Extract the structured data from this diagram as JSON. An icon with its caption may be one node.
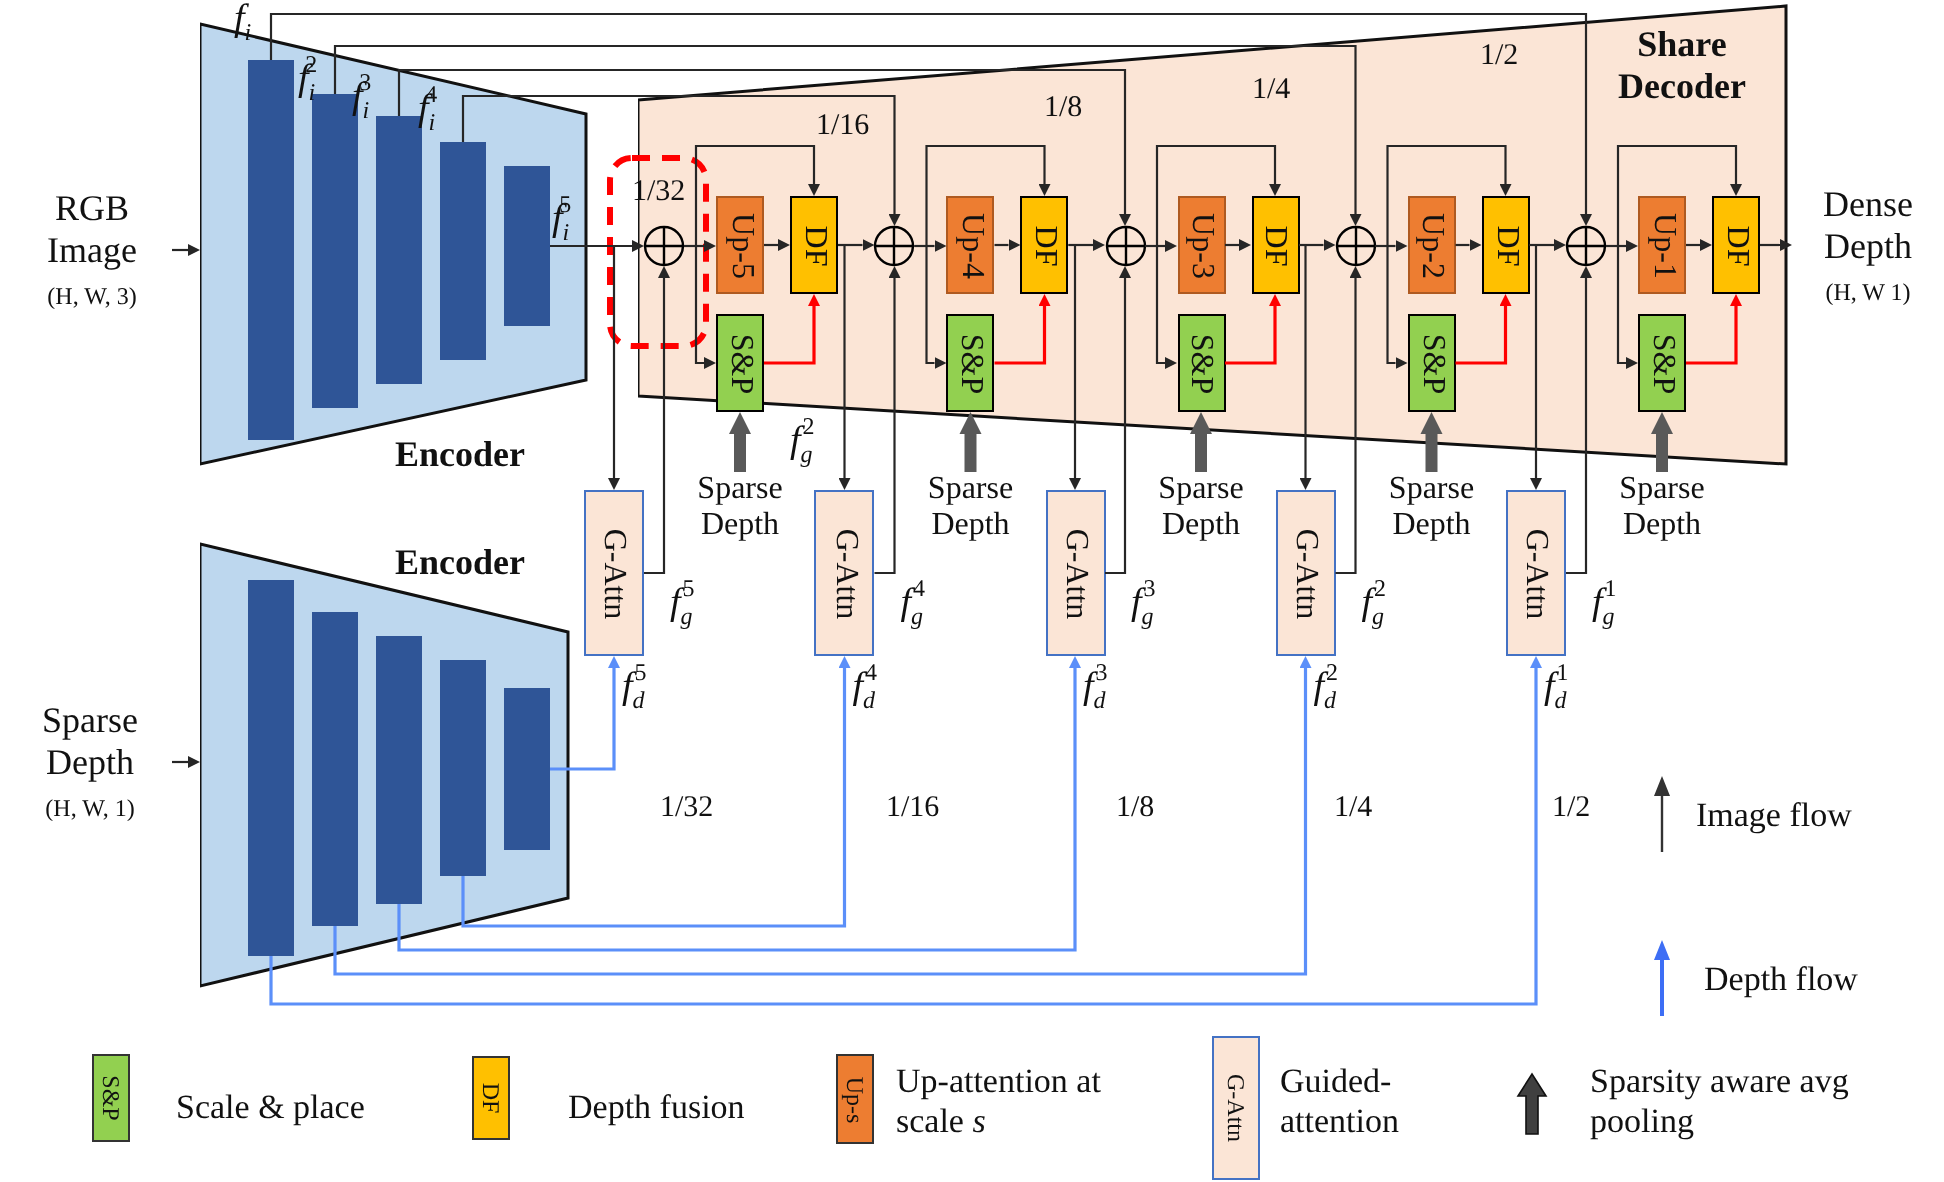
{
  "diagram": {
    "nodes": [
      {
        "text": [
          "RGB Image",
          "(H, W, 3)"
        ]
      },
      {
        "text": [
          "Encoder"
        ]
      },
      {
        "text": [],
        "shape": "bar",
        "in": 1
      },
      {
        "text": [],
        "shape": "bar",
        "in": 1
      },
      {
        "text": [],
        "shape": "bar",
        "in": 1
      },
      {
        "text": [],
        "shape": "bar",
        "in": 1
      },
      {
        "text": [],
        "shape": "bar",
        "in": 1
      },
      {
        "text": [
          "Share Decoder"
        ]
      },
      {
        "text": [],
        "shape": "circle",
        "in": 7
      },
      {
        "text": [
          "Up-5"
        ],
        "in": 7
      },
      {
        "text": [
          "DF"
        ],
        "in": 7
      },
      {
        "text": [
          "S&P"
        ],
        "in": 7
      },
      {
        "text": [
          "Sparse Depth"
        ]
      },
      {
        "text": [
          "G-Attn"
        ]
      },
      {
        "text": [],
        "shape": "circle",
        "in": 7
      },
      {
        "text": [
          "Up-4"
        ],
        "in": 7
      },
      {
        "text": [
          "DF"
        ],
        "in": 7
      },
      {
        "text": [
          "S&P"
        ],
        "in": 7
      },
      {
        "text": [
          "Sparse Depth"
        ]
      },
      {
        "text": [
          "G-Attn"
        ]
      },
      {
        "text": [],
        "shape": "circle",
        "in": 7
      },
      {
        "text": [
          "Up-3"
        ],
        "in": 7
      },
      {
        "text": [
          "DF"
        ],
        "in": 7
      },
      {
        "text": [
          "S&P"
        ],
        "in": 7
      },
      {
        "text": [
          "Sparse Depth"
        ]
      },
      {
        "text": [
          "G-Attn"
        ]
      },
      {
        "text": [],
        "shape": "circle",
        "in": 7
      },
      {
        "text": [
          "Up-2"
        ],
        "in": 7
      },
      {
        "text": [
          "DF"
        ],
        "in": 7
      },
      {
        "text": [
          "S&P"
        ],
        "in": 7
      },
      {
        "text": [
          "Sparse Depth"
        ]
      },
      {
        "text": [
          "G-Attn"
        ]
      },
      {
        "text": [],
        "shape": "circle",
        "in": 7
      },
      {
        "text": [
          "Up-1"
        ],
        "in": 7
      },
      {
        "text": [
          "DF"
        ],
        "in": 7
      },
      {
        "text": [
          "S&P"
        ],
        "in": 7
      },
      {
        "text": [
          "Sparse Depth"
        ]
      },
      {
        "text": [
          "G-Attn"
        ]
      },
      {
        "text": [
          "Encoder"
        ]
      },
      {
        "text": [],
        "shape": "bar",
        "in": 38
      },
      {
        "text": [],
        "shape": "bar",
        "in": 38
      },
      {
        "text": [],
        "shape": "bar",
        "in": 38
      },
      {
        "text": [],
        "shape": "bar",
        "in": 38
      },
      {
        "text": [],
        "shape": "bar",
        "in": 38
      },
      {
        "text": [
          "Sparse Depth",
          "(H, W, 1)"
        ]
      },
      {
        "text": [
          "Dense Depth",
          "(H, W 1)"
        ]
      }
    ],
    "edges": [
      {
        "from": 0,
        "to": 1,
        "arrow": "to"
      },
      {
        "from": 44,
        "to": 38,
        "arrow": "to"
      },
      {
        "from": 6,
        "to": 8,
        "arrow": "to"
      },
      {
        "from": 6,
        "to": 13,
        "arrow": "to"
      },
      {
        "from": 13,
        "to": 8,
        "arrow": "to"
      },
      {
        "from": 43,
        "to": 13,
        "arrow": "to",
        "color": "#5b8ff9"
      },
      {
        "from": 8,
        "to": 9,
        "arrow": "to"
      },
      {
        "from": 8,
        "to": 10,
        "arrow": "to"
      },
      {
        "from": 8,
        "to": 11,
        "arrow": "to"
      },
      {
        "from": 9,
        "to": 10,
        "arrow": "to"
      },
      {
        "from": 11,
        "to": 10,
        "arrow": "to",
        "color": "#ff0000"
      },
      {
        "from": 12,
        "to": 11,
        "arrow": "to",
        "style": "thick",
        "color": "#595959"
      },
      {
        "from": 10,
        "to": 14,
        "arrow": "to"
      },
      {
        "from": 10,
        "to": 19,
        "arrow": "to"
      },
      {
        "from": 5,
        "to": 14,
        "arrow": "to"
      },
      {
        "from": 19,
        "to": 14,
        "arrow": "to"
      },
      {
        "from": 42,
        "to": 19,
        "arrow": "to",
        "color": "#5b8ff9"
      },
      {
        "from": 14,
        "to": 15,
        "arrow": "to"
      },
      {
        "from": 14,
        "to": 16,
        "arrow": "to"
      },
      {
        "from": 14,
        "to": 17,
        "arrow": "to"
      },
      {
        "from": 15,
        "to": 16,
        "arrow": "to"
      },
      {
        "from": 17,
        "to": 16,
        "arrow": "to",
        "color": "#ff0000"
      },
      {
        "from": 18,
        "to": 17,
        "arrow": "to",
        "style": "thick",
        "color": "#595959"
      },
      {
        "from": 16,
        "to": 20,
        "arrow": "to"
      },
      {
        "from": 16,
        "to": 25,
        "arrow": "to"
      },
      {
        "from": 4,
        "to": 20,
        "arrow": "to"
      },
      {
        "from": 25,
        "to": 20,
        "arrow": "to"
      },
      {
        "from": 41,
        "to": 25,
        "arrow": "to",
        "color": "#5b8ff9"
      },
      {
        "from": 20,
        "to": 21,
        "arrow": "to"
      },
      {
        "from": 20,
        "to": 22,
        "arrow": "to"
      },
      {
        "from": 20,
        "to": 23,
        "arrow": "to"
      },
      {
        "from": 21,
        "to": 22,
        "arrow": "to"
      },
      {
        "from": 23,
        "to": 22,
        "arrow": "to",
        "color": "#ff0000"
      },
      {
        "from": 24,
        "to": 23,
        "arrow": "to",
        "style": "thick",
        "color": "#595959"
      },
      {
        "from": 22,
        "to": 26,
        "arrow": "to"
      },
      {
        "from": 22,
        "to": 31,
        "arrow": "to"
      },
      {
        "from": 3,
        "to": 26,
        "arrow": "to"
      },
      {
        "from": 31,
        "to": 26,
        "arrow": "to"
      },
      {
        "from": 40,
        "to": 31,
        "arrow": "to",
        "color": "#5b8ff9"
      },
      {
        "from": 26,
        "to": 27,
        "arrow": "to"
      },
      {
        "from": 26,
        "to": 28,
        "arrow": "to"
      },
      {
        "from": 26,
        "to": 29,
        "arrow": "to"
      },
      {
        "from": 27,
        "to": 28,
        "arrow": "to"
      },
      {
        "from": 29,
        "to": 28,
        "arrow": "to",
        "color": "#ff0000"
      },
      {
        "from": 30,
        "to": 29,
        "arrow": "to",
        "style": "thick",
        "color": "#595959"
      },
      {
        "from": 28,
        "to": 32,
        "arrow": "to"
      },
      {
        "from": 28,
        "to": 37,
        "arrow": "to"
      },
      {
        "from": 2,
        "to": 32,
        "arrow": "to"
      },
      {
        "from": 37,
        "to": 32,
        "arrow": "to"
      },
      {
        "from": 39,
        "to": 37,
        "arrow": "to",
        "color": "#5b8ff9"
      },
      {
        "from": 32,
        "to": 33,
        "arrow": "to"
      },
      {
        "from": 32,
        "to": 34,
        "arrow": "to"
      },
      {
        "from": 32,
        "to": 35,
        "arrow": "to"
      },
      {
        "from": 33,
        "to": 34,
        "arrow": "to"
      },
      {
        "from": 35,
        "to": 34,
        "arrow": "to",
        "color": "#ff0000"
      },
      {
        "from": 36,
        "to": 35,
        "arrow": "to",
        "style": "thick",
        "color": "#595959"
      },
      {
        "from": 34,
        "to": 45,
        "arrow": "to"
      }
    ],
    "labels": [
      "*f*$_{i}$",
      "*f*$_{i}$$^{2}$",
      "*f*$_{i}$$^{3}$",
      "*f*$_{i}$$^{4}$",
      "1/2",
      "1/4",
      "1/8",
      "1/16",
      "1/32",
      "*f*$_{i}$$^{5}$",
      "*f*$_{g}$$^{2}$",
      "*f*$_{g}$$^{5}$",
      "*f*$_{g}$$^{4}$",
      "*f*$_{g}$$^{3}$",
      "*f*$_{g}$$^{2}$",
      "*f*$_{g}$$^{1}$",
      "*f*$_{d}$$^{5}$",
      "*f*$_{d}$$^{4}$",
      "*f*$_{d}$$^{3}$",
      "*f*$_{d}$$^{2}$",
      "*f*$_{d}$$^{1}$",
      "1/32",
      "1/16",
      "1/8",
      "1/4",
      "1/2",
      "S&P",
      "DF",
      "Up-s",
      "G-Attn"
    ],
    "legend": [
      {
        "text": "Image flow"
      },
      {
        "text": "Depth flow"
      },
      {
        "text": "Scale & place",
        "color": "#92d050"
      },
      {
        "text": "Depth fusion",
        "color": "#ffc000"
      },
      {
        "text": "Up-attention at scale *s*",
        "color": "#ed7d31"
      },
      {
        "text": "Guided-attention",
        "color": "#fbe5d6"
      },
      {
        "text": "Sparsity aware avg pooling"
      }
    ]
  }
}
